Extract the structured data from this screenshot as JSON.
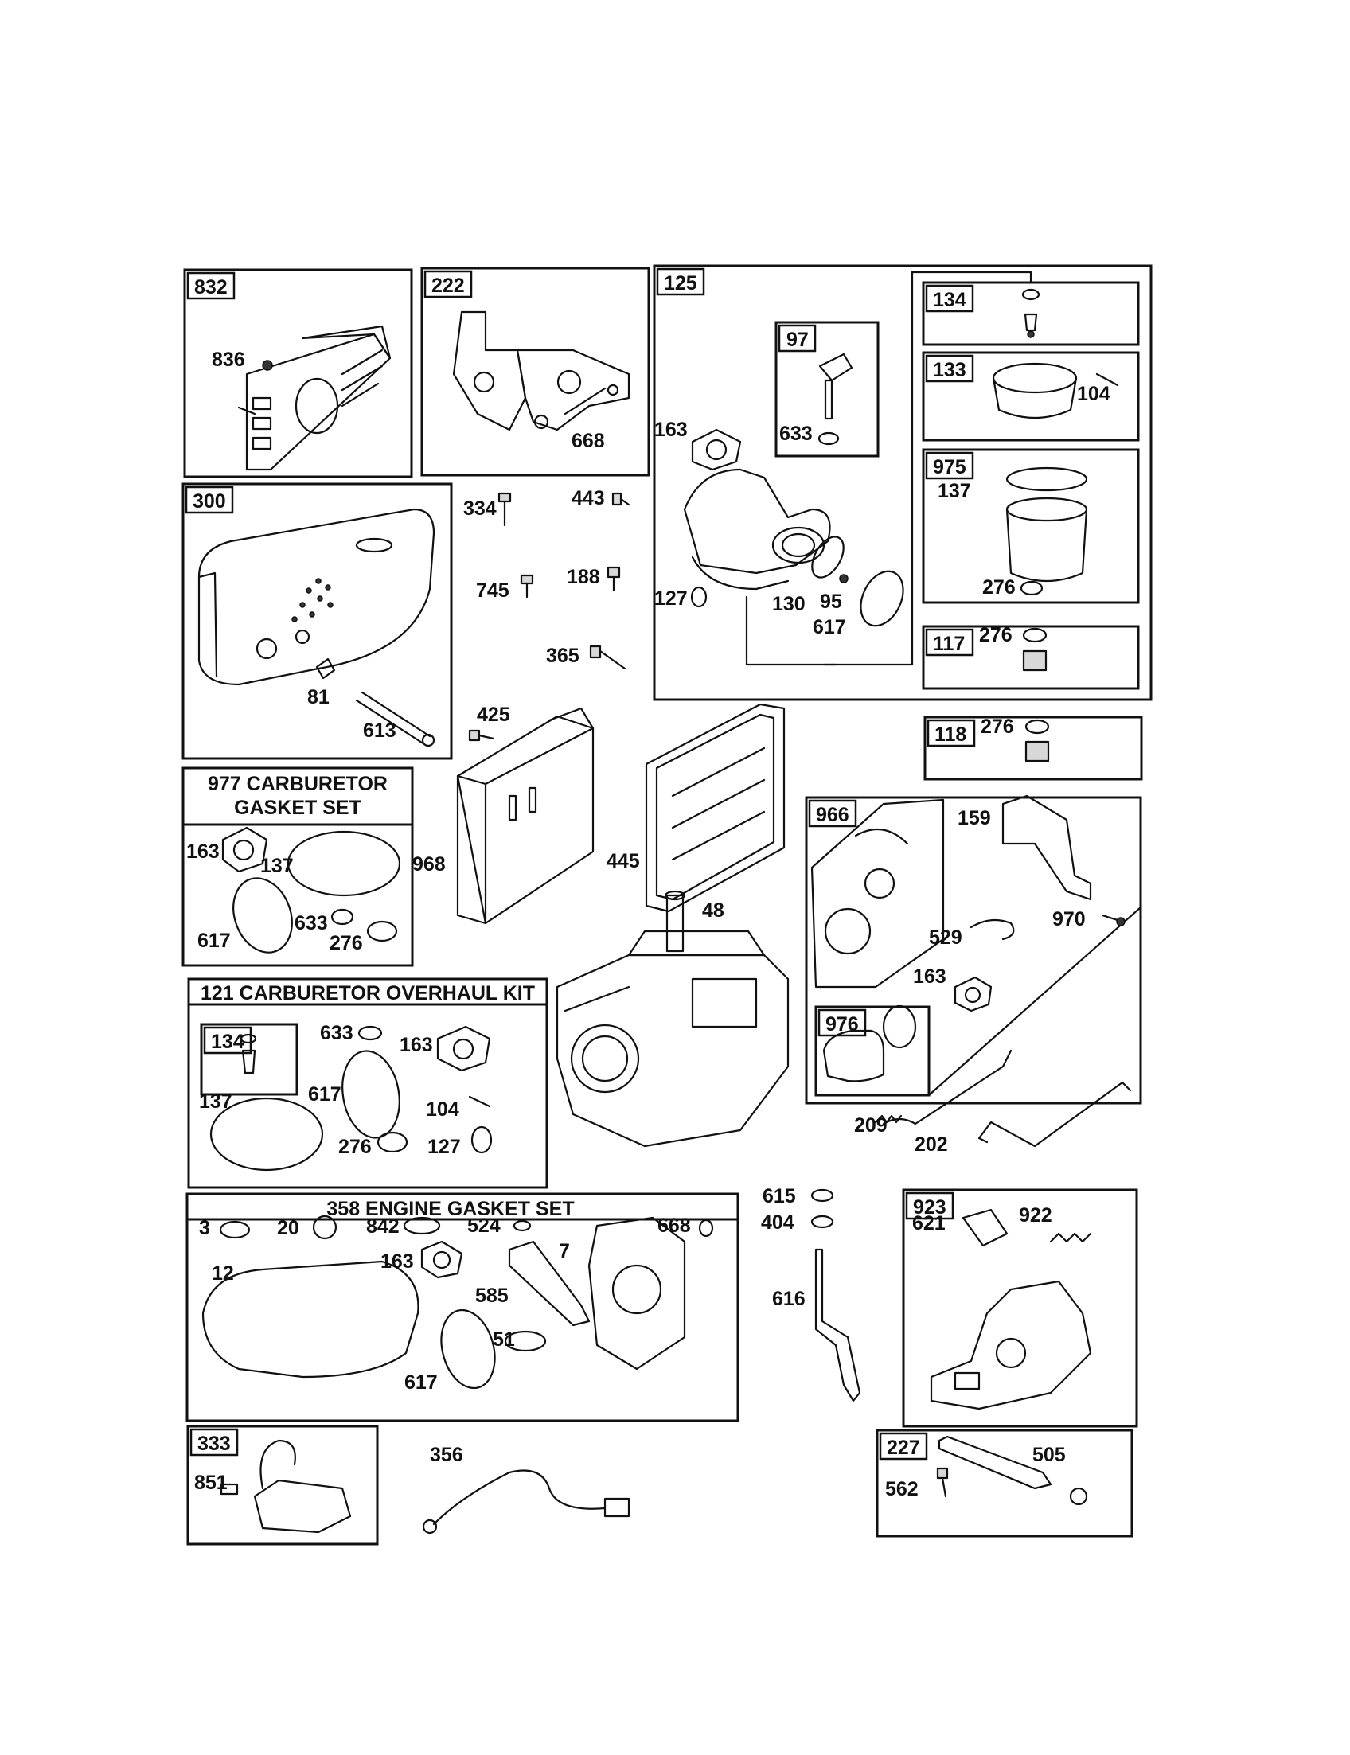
{
  "boxes": [
    {
      "id": "832",
      "title": "832"
    },
    {
      "id": "222",
      "title": "222"
    },
    {
      "id": "125",
      "title": "125"
    },
    {
      "id": "97",
      "title": "97"
    },
    {
      "id": "134a",
      "title": "134"
    },
    {
      "id": "133",
      "title": "133"
    },
    {
      "id": "975",
      "title": "975"
    },
    {
      "id": "117",
      "title": "117"
    },
    {
      "id": "118",
      "title": "118"
    },
    {
      "id": "300",
      "title": "300"
    },
    {
      "id": "977",
      "title": "977 CARBURETOR GASKET SET",
      "title_line1": "977 CARBURETOR",
      "title_line2": "GASKET SET"
    },
    {
      "id": "966",
      "title": "966"
    },
    {
      "id": "976",
      "title": "976"
    },
    {
      "id": "121",
      "title": "121 CARBURETOR OVERHAUL KIT"
    },
    {
      "id": "134b",
      "title": "134"
    },
    {
      "id": "358",
      "title": "358 ENGINE GASKET SET"
    },
    {
      "id": "923",
      "title": "923"
    },
    {
      "id": "333",
      "title": "333"
    },
    {
      "id": "227",
      "title": "227"
    }
  ],
  "labels": [
    "836",
    "668",
    "163",
    "633",
    "104",
    "137",
    "276",
    "127",
    "130",
    "95",
    "617",
    "276",
    "276",
    "334",
    "443",
    "745",
    "188",
    "365",
    "81",
    "613",
    "425",
    "968",
    "445",
    "48",
    "163",
    "137",
    "617",
    "633",
    "276",
    "159",
    "529",
    "970",
    "163",
    "633",
    "163",
    "617",
    "137",
    "104",
    "276",
    "127",
    "209",
    "202",
    "3",
    "20",
    "842",
    "524",
    "668",
    "12",
    "163",
    "7",
    "585",
    "51",
    "617",
    "615",
    "404",
    "616",
    "621",
    "922",
    "851",
    "356",
    "505",
    "562"
  ]
}
